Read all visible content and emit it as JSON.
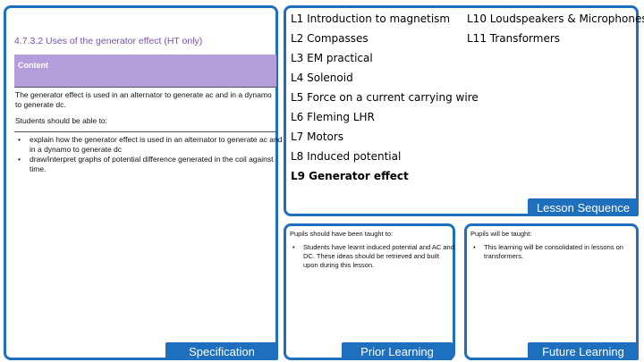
{
  "specification": {
    "heading": "4.7.3.2 Uses of the generator effect (HT only)",
    "content_label": "Content",
    "paragraph1": "The generator effect is used in an alternator to generate ac and in a dynamo to generate dc.",
    "paragraph2": "Students should be able to:",
    "bullets": [
      "explain how the generator effect is used in an alternator to generate ac and in a dynamo to generate dc",
      "draw/interpret graphs of potential difference generated in the coil against time."
    ],
    "tab_label": "Specification"
  },
  "lesson_sequence": {
    "col1": [
      "L1 Introduction to magnetism",
      "L2 Compasses",
      "L3 EM practical",
      "L4 Solenoid",
      "L5 Force on a current carrying wire",
      "L6 Fleming LHR",
      "L7 Motors",
      "L8 Induced potential",
      "L9 Generator effect"
    ],
    "col2": [
      "L10 Loudspeakers & Microphones",
      "L11 Transformers"
    ],
    "current_lesson": "L9 Generator effect",
    "tab_label": "Lesson Sequence"
  },
  "prior_learning": {
    "title": "Pupils should have been taught to:",
    "bullets": [
      "Students have learnt induced potential and AC and DC. These ideas should be retrieved and built upon during this lesson."
    ],
    "tab_label": "Prior Learning"
  },
  "future_learning": {
    "title": "Pupils will be taught:",
    "bullets": [
      "This learning will be consolidated in lessons on transformers."
    ],
    "tab_label": "Future Learning"
  },
  "colors": {
    "accent": "#1f6fbf",
    "heading_purple": "#7b4fb0",
    "content_band": "#b39ddb"
  }
}
